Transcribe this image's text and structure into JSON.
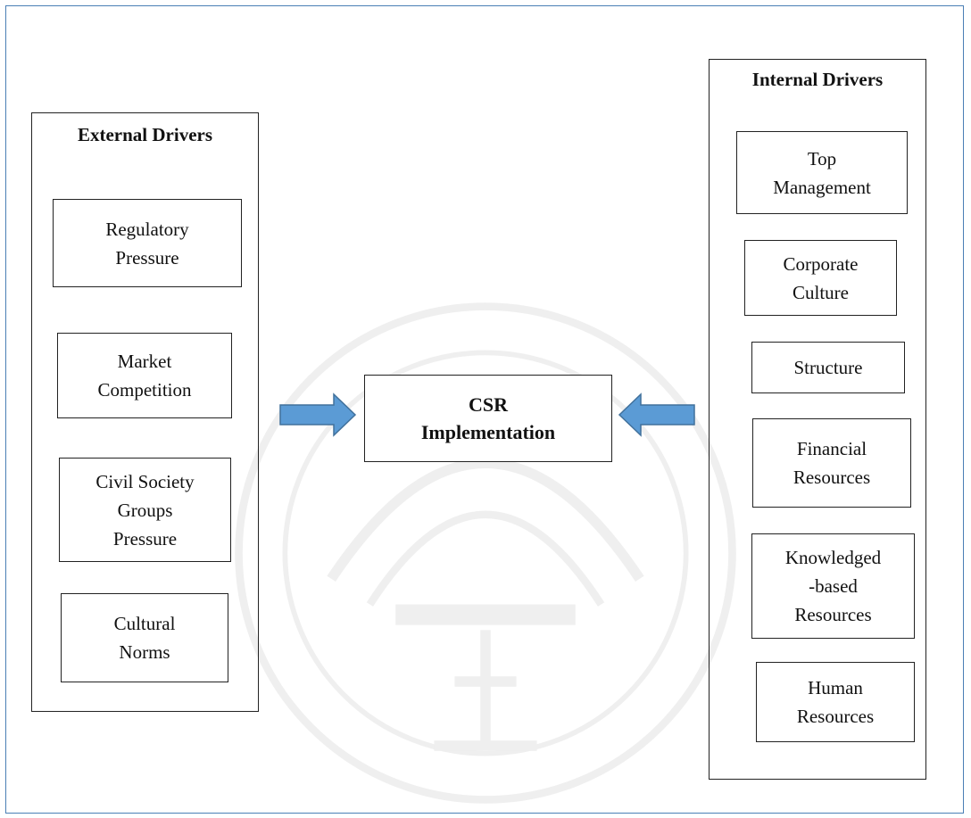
{
  "diagram": {
    "external": {
      "title": "External Drivers",
      "items": [
        "Regulatory\nPressure",
        "Market\nCompetition",
        "Civil Society\nGroups\nPressure",
        "Cultural\nNorms"
      ]
    },
    "center": {
      "label": "CSR\nImplementation"
    },
    "internal": {
      "title": "Internal Drivers",
      "items": [
        "Top\nManagement",
        "Corporate\nCulture",
        "Structure",
        "Financial\nResources",
        "Knowledged\n-based\nResources",
        "Human\nResources"
      ]
    },
    "colors": {
      "arrow_fill": "#5b9bd5",
      "arrow_stroke": "#41719c",
      "frame": "#4a7fb5"
    }
  }
}
